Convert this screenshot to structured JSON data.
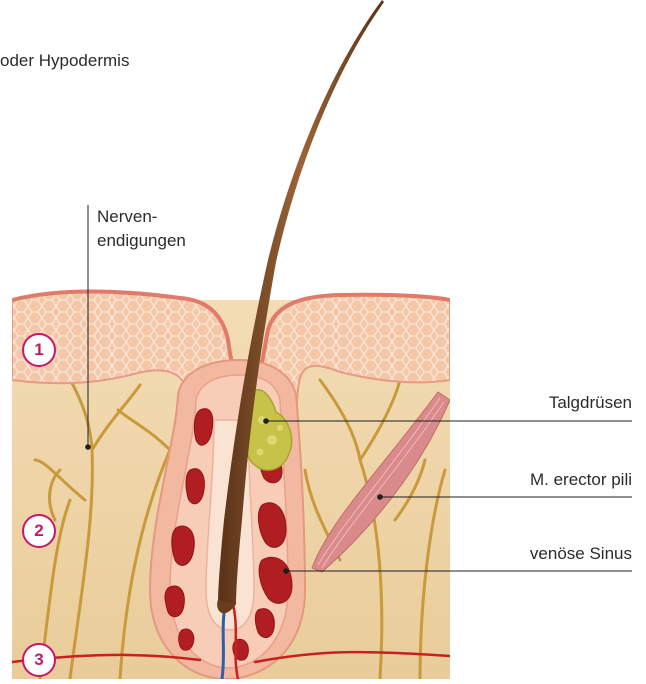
{
  "header": {
    "partial_text": "oder Hypodermis"
  },
  "labels": {
    "nerve_endings_line1": "Nerven-",
    "nerve_endings_line2": "endigungen",
    "sebaceous_glands": "Talgdrüsen",
    "arrector_pili": "M. erector pili",
    "venous_sinus": "venöse Sinus"
  },
  "layers": [
    {
      "number": "1"
    },
    {
      "number": "2"
    },
    {
      "number": "3"
    }
  ],
  "colors": {
    "accent": "#c4186b",
    "epidermis": "#f2b5a0",
    "dermis": "#eed3a6",
    "nerve": "#c99a3c",
    "hair": "#7a4a26",
    "sinus": "#b01e22",
    "gland": "#c7c248",
    "muscle": "#d98a8a",
    "artery": "#c8201f",
    "vein": "#2f5fa8"
  }
}
